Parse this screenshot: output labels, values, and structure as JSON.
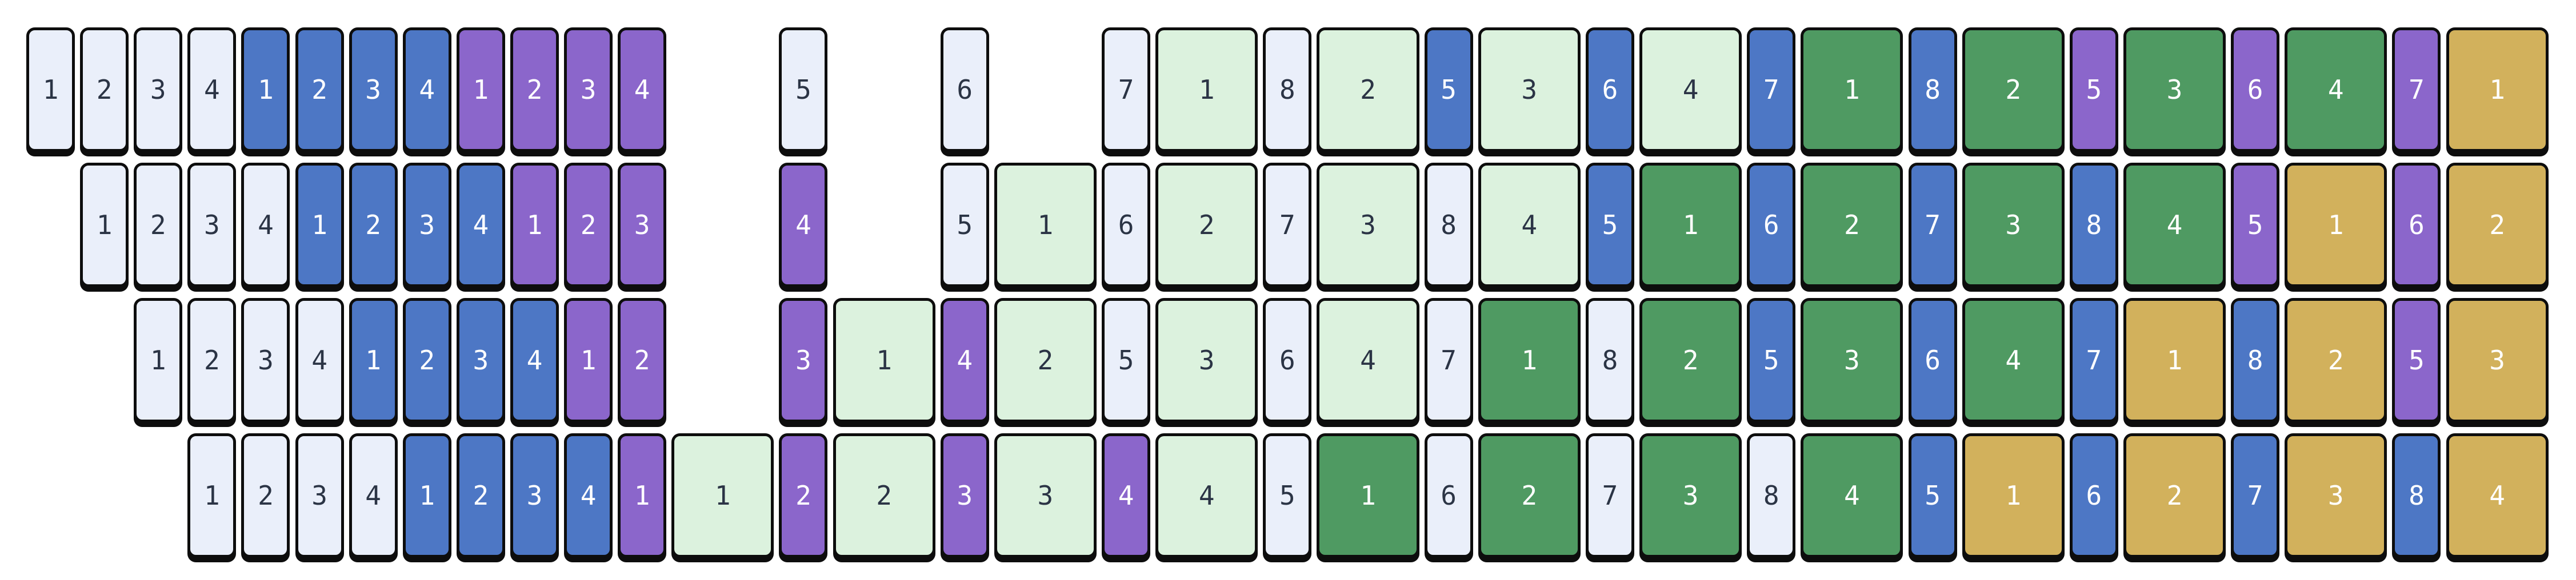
{
  "chart_data": {
    "type": "bar",
    "variant": "pipeline-parallelism-schedule-gantt",
    "description": "4 stair-stepped rows of rounded tiles on a shared 47-slot timeline; single-width and double-width tiles labeled 1-8 per color phase",
    "rows": 4,
    "time_units": 47,
    "microbatch_labels": [
      "1",
      "2",
      "3",
      "4",
      "5",
      "6",
      "7",
      "8"
    ],
    "palette": {
      "lavender": "#eaeffa",
      "blue": "#4d77c5",
      "purple": "#8b66cb",
      "mint": "#dcf2de",
      "green": "#4f9a62",
      "gold": "#d2b15c",
      "border": "#0d0d0d",
      "text_dark": "#2b3445",
      "text_light": "#ffffff"
    },
    "block_format": [
      "color",
      "label",
      "start_unit",
      "width_units"
    ],
    "devices": [
      {
        "name": "row-1",
        "blocks": [
          [
            "lavender",
            "1",
            0,
            1
          ],
          [
            "lavender",
            "2",
            1,
            1
          ],
          [
            "lavender",
            "3",
            2,
            1
          ],
          [
            "lavender",
            "4",
            3,
            1
          ],
          [
            "blue",
            "1",
            4,
            1
          ],
          [
            "blue",
            "2",
            5,
            1
          ],
          [
            "blue",
            "3",
            6,
            1
          ],
          [
            "blue",
            "4",
            7,
            1
          ],
          [
            "purple",
            "1",
            8,
            1
          ],
          [
            "purple",
            "2",
            9,
            1
          ],
          [
            "purple",
            "3",
            10,
            1
          ],
          [
            "purple",
            "4",
            11,
            1
          ],
          [
            "lavender",
            "5",
            14,
            1
          ],
          [
            "lavender",
            "6",
            17,
            1
          ],
          [
            "lavender",
            "7",
            20,
            1
          ],
          [
            "mint",
            "1",
            21,
            2
          ],
          [
            "lavender",
            "8",
            23,
            1
          ],
          [
            "mint",
            "2",
            24,
            2
          ],
          [
            "blue",
            "5",
            26,
            1
          ],
          [
            "mint",
            "3",
            27,
            2
          ],
          [
            "blue",
            "6",
            29,
            1
          ],
          [
            "mint",
            "4",
            30,
            2
          ],
          [
            "blue",
            "7",
            32,
            1
          ],
          [
            "green",
            "1",
            33,
            2
          ],
          [
            "blue",
            "8",
            35,
            1
          ],
          [
            "green",
            "2",
            36,
            2
          ],
          [
            "purple",
            "5",
            38,
            1
          ],
          [
            "green",
            "3",
            39,
            2
          ],
          [
            "purple",
            "6",
            41,
            1
          ],
          [
            "green",
            "4",
            42,
            2
          ],
          [
            "purple",
            "7",
            44,
            1
          ],
          [
            "gold",
            "1",
            45,
            2
          ]
        ]
      },
      {
        "name": "row-2",
        "blocks": [
          [
            "lavender",
            "1",
            1,
            1
          ],
          [
            "lavender",
            "2",
            2,
            1
          ],
          [
            "lavender",
            "3",
            3,
            1
          ],
          [
            "lavender",
            "4",
            4,
            1
          ],
          [
            "blue",
            "1",
            5,
            1
          ],
          [
            "blue",
            "2",
            6,
            1
          ],
          [
            "blue",
            "3",
            7,
            1
          ],
          [
            "blue",
            "4",
            8,
            1
          ],
          [
            "purple",
            "1",
            9,
            1
          ],
          [
            "purple",
            "2",
            10,
            1
          ],
          [
            "purple",
            "3",
            11,
            1
          ],
          [
            "purple",
            "4",
            14,
            1
          ],
          [
            "lavender",
            "5",
            17,
            1
          ],
          [
            "mint",
            "1",
            18,
            2
          ],
          [
            "lavender",
            "6",
            20,
            1
          ],
          [
            "mint",
            "2",
            21,
            2
          ],
          [
            "lavender",
            "7",
            23,
            1
          ],
          [
            "mint",
            "3",
            24,
            2
          ],
          [
            "lavender",
            "8",
            26,
            1
          ],
          [
            "mint",
            "4",
            27,
            2
          ],
          [
            "blue",
            "5",
            29,
            1
          ],
          [
            "green",
            "1",
            30,
            2
          ],
          [
            "blue",
            "6",
            32,
            1
          ],
          [
            "green",
            "2",
            33,
            2
          ],
          [
            "blue",
            "7",
            35,
            1
          ],
          [
            "green",
            "3",
            36,
            2
          ],
          [
            "blue",
            "8",
            38,
            1
          ],
          [
            "green",
            "4",
            39,
            2
          ],
          [
            "purple",
            "5",
            41,
            1
          ],
          [
            "gold",
            "1",
            42,
            2
          ],
          [
            "purple",
            "6",
            44,
            1
          ],
          [
            "gold",
            "2",
            45,
            2
          ]
        ]
      },
      {
        "name": "row-3",
        "blocks": [
          [
            "lavender",
            "1",
            2,
            1
          ],
          [
            "lavender",
            "2",
            3,
            1
          ],
          [
            "lavender",
            "3",
            4,
            1
          ],
          [
            "lavender",
            "4",
            5,
            1
          ],
          [
            "blue",
            "1",
            6,
            1
          ],
          [
            "blue",
            "2",
            7,
            1
          ],
          [
            "blue",
            "3",
            8,
            1
          ],
          [
            "blue",
            "4",
            9,
            1
          ],
          [
            "purple",
            "1",
            10,
            1
          ],
          [
            "purple",
            "2",
            11,
            1
          ],
          [
            "purple",
            "3",
            14,
            1
          ],
          [
            "mint",
            "1",
            15,
            2
          ],
          [
            "purple",
            "4",
            17,
            1
          ],
          [
            "mint",
            "2",
            18,
            2
          ],
          [
            "lavender",
            "5",
            20,
            1
          ],
          [
            "mint",
            "3",
            21,
            2
          ],
          [
            "lavender",
            "6",
            23,
            1
          ],
          [
            "mint",
            "4",
            24,
            2
          ],
          [
            "lavender",
            "7",
            26,
            1
          ],
          [
            "green",
            "1",
            27,
            2
          ],
          [
            "lavender",
            "8",
            29,
            1
          ],
          [
            "green",
            "2",
            30,
            2
          ],
          [
            "blue",
            "5",
            32,
            1
          ],
          [
            "green",
            "3",
            33,
            2
          ],
          [
            "blue",
            "6",
            35,
            1
          ],
          [
            "green",
            "4",
            36,
            2
          ],
          [
            "blue",
            "7",
            38,
            1
          ],
          [
            "gold",
            "1",
            39,
            2
          ],
          [
            "blue",
            "8",
            41,
            1
          ],
          [
            "gold",
            "2",
            42,
            2
          ],
          [
            "purple",
            "5",
            44,
            1
          ],
          [
            "gold",
            "3",
            45,
            2
          ]
        ]
      },
      {
        "name": "row-4",
        "blocks": [
          [
            "lavender",
            "1",
            3,
            1
          ],
          [
            "lavender",
            "2",
            4,
            1
          ],
          [
            "lavender",
            "3",
            5,
            1
          ],
          [
            "lavender",
            "4",
            6,
            1
          ],
          [
            "blue",
            "1",
            7,
            1
          ],
          [
            "blue",
            "2",
            8,
            1
          ],
          [
            "blue",
            "3",
            9,
            1
          ],
          [
            "blue",
            "4",
            10,
            1
          ],
          [
            "purple",
            "1",
            11,
            1
          ],
          [
            "mint",
            "1",
            12,
            2
          ],
          [
            "purple",
            "2",
            14,
            1
          ],
          [
            "mint",
            "2",
            15,
            2
          ],
          [
            "purple",
            "3",
            17,
            1
          ],
          [
            "mint",
            "3",
            18,
            2
          ],
          [
            "purple",
            "4",
            20,
            1
          ],
          [
            "mint",
            "4",
            21,
            2
          ],
          [
            "lavender",
            "5",
            23,
            1
          ],
          [
            "green",
            "1",
            24,
            2
          ],
          [
            "lavender",
            "6",
            26,
            1
          ],
          [
            "green",
            "2",
            27,
            2
          ],
          [
            "lavender",
            "7",
            29,
            1
          ],
          [
            "green",
            "3",
            30,
            2
          ],
          [
            "lavender",
            "8",
            32,
            1
          ],
          [
            "green",
            "4",
            33,
            2
          ],
          [
            "blue",
            "5",
            35,
            1
          ],
          [
            "gold",
            "1",
            36,
            2
          ],
          [
            "blue",
            "6",
            38,
            1
          ],
          [
            "gold",
            "2",
            39,
            2
          ],
          [
            "blue",
            "7",
            41,
            1
          ],
          [
            "gold",
            "3",
            42,
            2
          ],
          [
            "blue",
            "8",
            44,
            1
          ],
          [
            "gold",
            "4",
            45,
            2
          ]
        ]
      }
    ]
  }
}
